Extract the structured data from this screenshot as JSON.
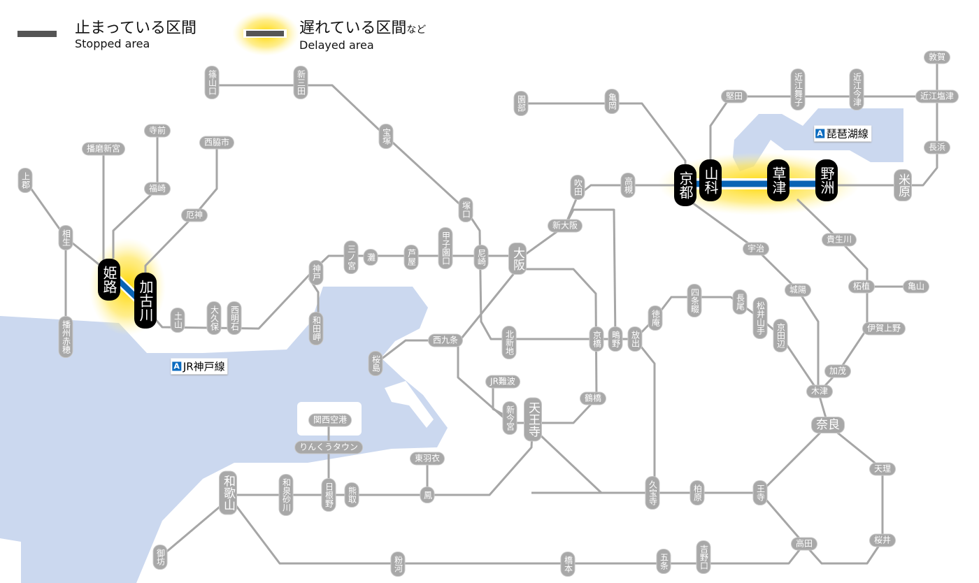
{
  "legend": {
    "stopped_ja": "止まっている区間",
    "stopped_en": "Stopped area",
    "delayed_ja": "遅れている区間",
    "delayed_suffix": "など",
    "delayed_en": "Delayed area"
  },
  "line_labels": [
    {
      "badge": "A",
      "name": "JR神戸線"
    },
    {
      "badge": "A",
      "name": "琵琶湖線"
    }
  ],
  "colors": {
    "line": "#a6a6a6",
    "water": "#cbd8ef",
    "delay_glow": "#ffd800",
    "delay_line": "#0a64b4",
    "stopped": "#555555"
  },
  "stations": [
    "篠山口",
    "新三田",
    "宝塚",
    "塚口",
    "尼崎",
    "甲子園口",
    "芦屋",
    "灘",
    "三ノ宮",
    "神戸",
    "和田岬",
    "西明石",
    "大久保",
    "土山",
    "姫路",
    "加古川",
    "相生",
    "上郡",
    "播州赤穂",
    "播磨新宮",
    "寺前",
    "福崎",
    "西脇市",
    "厄神",
    "大阪",
    "新大阪",
    "吹田",
    "高槻",
    "京都",
    "園部",
    "亀岡",
    "山科",
    "草津",
    "野洲",
    "米原",
    "堅田",
    "近江舞子",
    "近江今津",
    "近江塩津",
    "敦賀",
    "長浜",
    "貴生川",
    "宇治",
    "城陽",
    "柘植",
    "亀山",
    "伊賀上野",
    "加茂",
    "木津",
    "奈良",
    "天理",
    "桜井",
    "高田",
    "王寺",
    "柏原",
    "久宝寺",
    "放出",
    "鴫野",
    "京橋",
    "徳庵",
    "四条畷",
    "長尾",
    "松井山手",
    "京田辺",
    "北新地",
    "西九条",
    "桜島",
    "JR難波",
    "新今宮",
    "天王寺",
    "鶴橋",
    "東羽衣",
    "鳳",
    "関西空港",
    "りんくうタウン",
    "日根野",
    "熊取",
    "和泉砂川",
    "和歌山",
    "御坊",
    "粉河",
    "橋本",
    "五条",
    "吉野口"
  ],
  "delayed_sections": [
    [
      "姫路",
      "加古川"
    ],
    [
      "京都",
      "野洲"
    ]
  ]
}
